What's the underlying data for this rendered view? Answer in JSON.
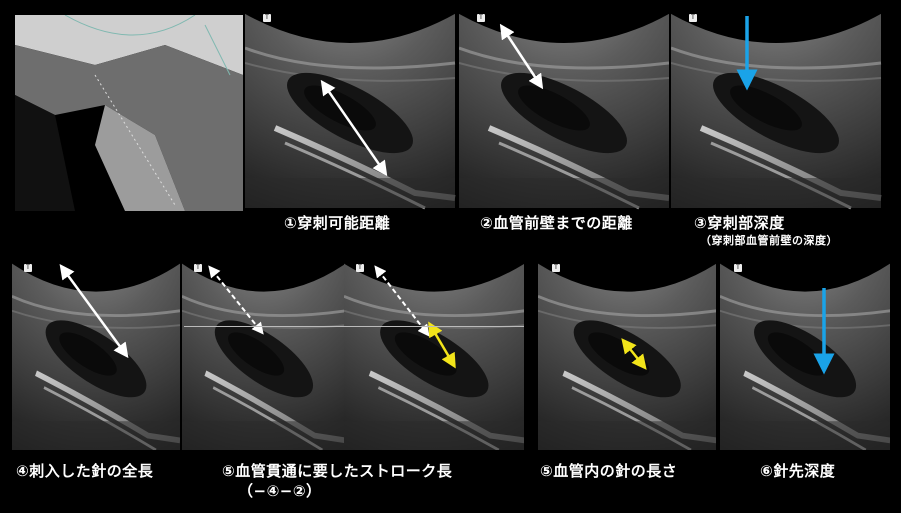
{
  "captions": {
    "c1": "①穿刺可能距離",
    "c2": "②血管前壁までの距離",
    "c3": "③穿刺部深度",
    "c3_sub": "（穿刺部血管前壁の深度）",
    "c4": "④刺入した針の全長",
    "c5": "⑤血管貫通に要したストローク長",
    "c5_sub": "（−④−②）",
    "c6": "⑤血管内の針の長さ",
    "c7": "⑥針先深度"
  },
  "colors": {
    "background": "#000000",
    "white_arrow": "#ffffff",
    "yellow_arrow": "#f2e41a",
    "blue_arrow": "#1aa3e8"
  },
  "icons": {
    "corner_marker": "probe-orientation-marker"
  }
}
